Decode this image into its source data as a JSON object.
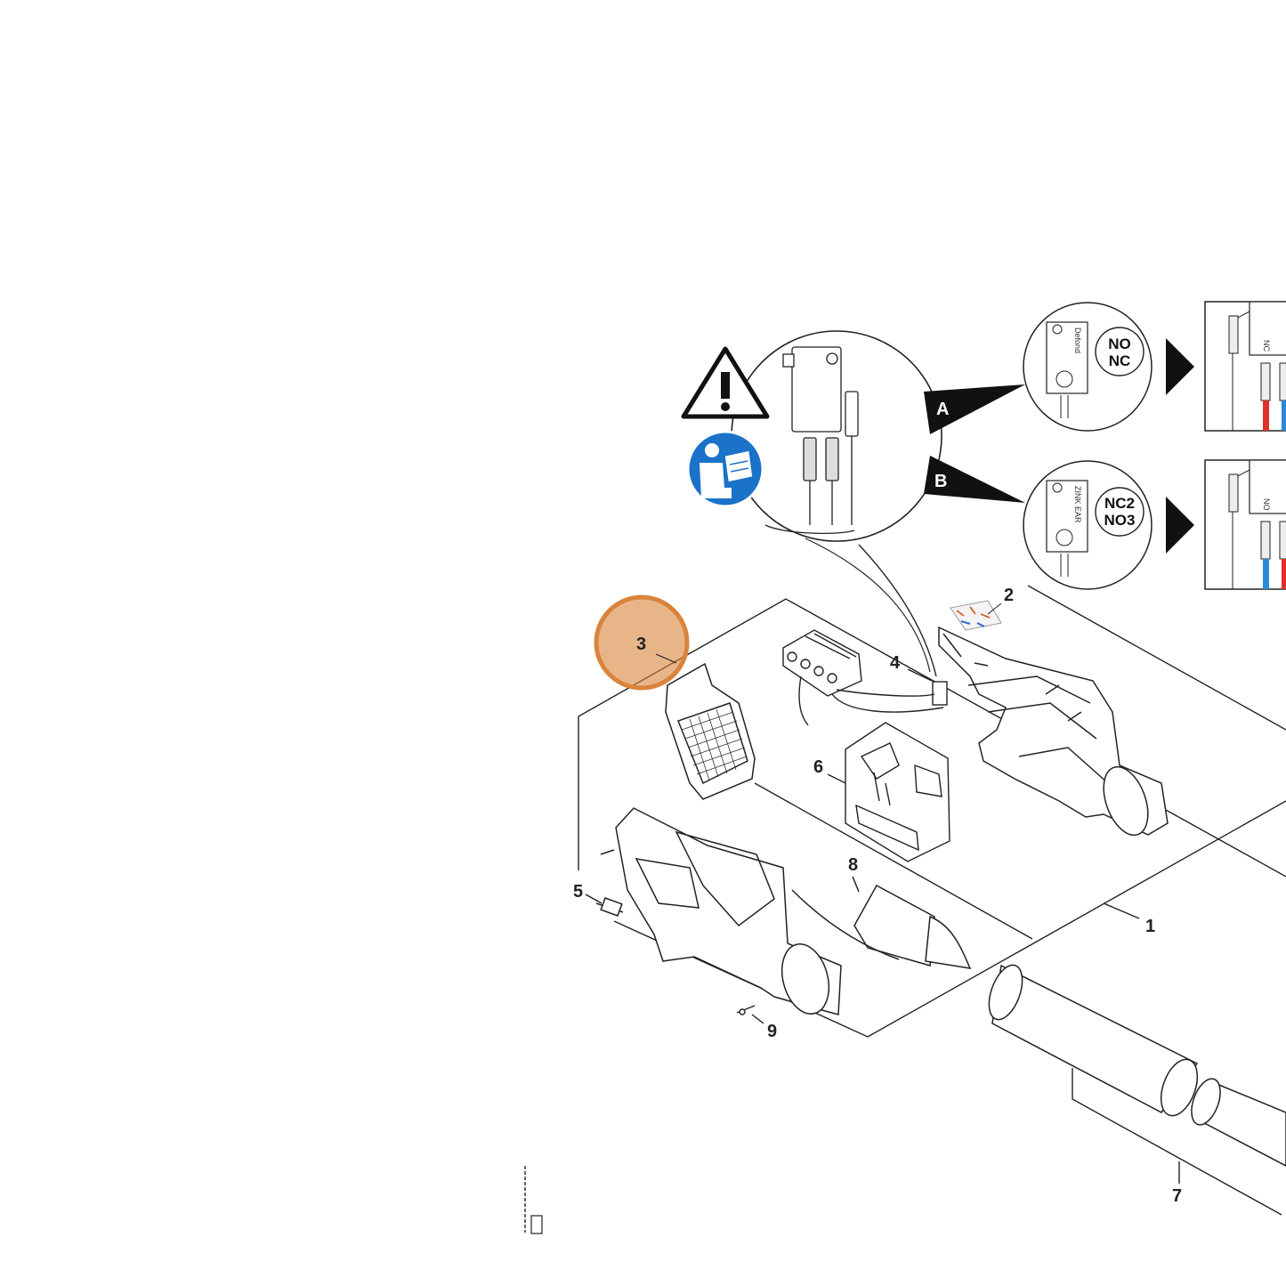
{
  "diagram": {
    "part_labels": {
      "p1": "1",
      "p2": "2",
      "p3": "3",
      "p4": "4",
      "p5": "5",
      "p6": "6",
      "p7": "7",
      "p8": "8",
      "p9": "9"
    },
    "variant_a": {
      "label": "A",
      "callout_line1": "NO",
      "callout_line2": "NC",
      "switch_brand": "Defond"
    },
    "variant_b": {
      "label": "B",
      "callout_line1": "NC2",
      "callout_line2": "NO3",
      "switch_brand": "ZINK EAR"
    },
    "wire_label_nc": "NC",
    "wire_label_no": "NO",
    "highlight": {
      "part": "3",
      "color": "#d9833b"
    },
    "icons": [
      "warning-triangle-icon",
      "read-manual-icon"
    ],
    "colors": {
      "wire_red": "#e0302a",
      "wire_blue": "#2a8ad8",
      "manual_blue": "#1a72c9"
    }
  }
}
